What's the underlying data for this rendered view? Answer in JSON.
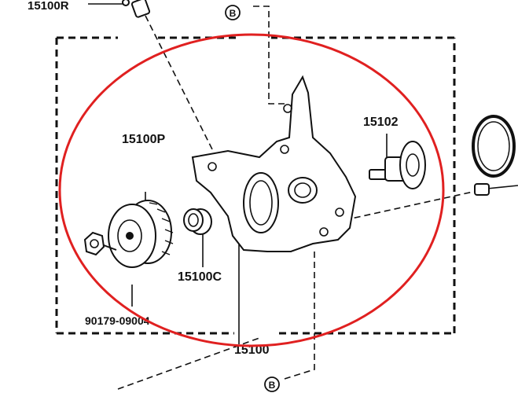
{
  "labels": {
    "top_left": "15100R",
    "gear": "15100P",
    "shaft": "15102",
    "seal": "15100C",
    "bolt": "90179-09004",
    "housing": "15100",
    "ref_top": "B",
    "ref_bottom": "B"
  },
  "colors": {
    "highlight_ellipse": "#e02020",
    "line_art": "#111111"
  }
}
